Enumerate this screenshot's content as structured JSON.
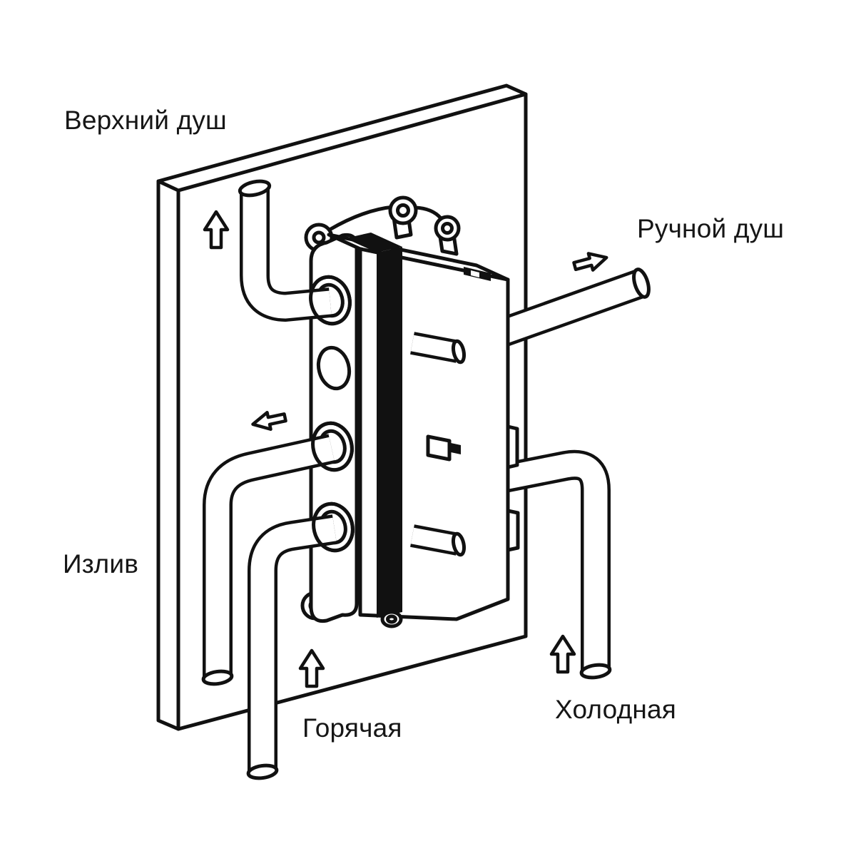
{
  "diagram": {
    "labels": {
      "upper_shower": "Верхний душ",
      "hand_shower": "Ручной душ",
      "spout": "Излив",
      "hot": "Горячая",
      "cold": "Холодная"
    },
    "flow_arrows": {
      "upper_shower": "up",
      "hand_shower": "right",
      "spout": "left",
      "hot": "up",
      "cold": "up"
    },
    "colors": {
      "line": "#111111",
      "background": "#ffffff"
    }
  }
}
